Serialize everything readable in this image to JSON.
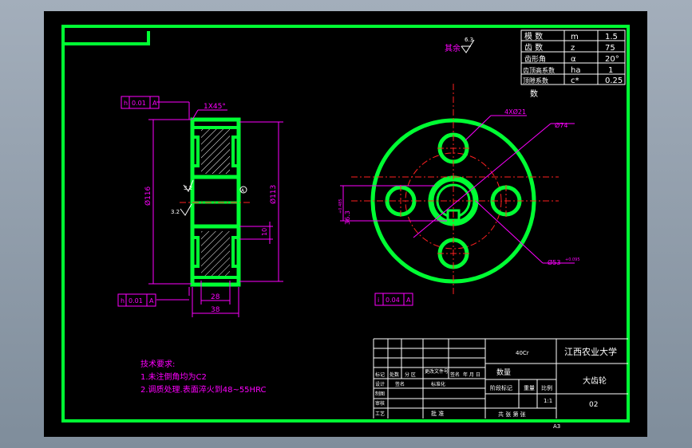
{
  "surface_note": "",
  "top_right_roughness": {
    "label": "其余",
    "value": "6.3"
  },
  "params_table": {
    "rows": [
      {
        "name": "模  数",
        "symbol": "m",
        "value": "1.5"
      },
      {
        "name": "齿  数",
        "symbol": "z",
        "value": "75"
      },
      {
        "name": "齿形角",
        "symbol": "α",
        "value": "20°"
      },
      {
        "name": "齿顶高系数",
        "symbol": "ha",
        "value": "1"
      },
      {
        "name": "顶隙系数",
        "symbol": "c*",
        "value": "0.25"
      }
    ],
    "extra": "数"
  },
  "section_view": {
    "chamfer": "1X45°",
    "tol_top": {
      "sym": "h",
      "val": "0.01",
      "datum": "A"
    },
    "tol_bottom": {
      "sym": "h",
      "val": "0.01",
      "datum": "A"
    },
    "dim_left": "Ø116",
    "dim_right": "Ø113",
    "dim_inner_w": "28",
    "dim_total_w": "38",
    "dim_10": "10",
    "rough_left": "3.2",
    "rough_left2": "3.2",
    "datum_label": "A"
  },
  "front_view": {
    "holes": "4XØ21",
    "dia_74": "Ø74",
    "dim_bore": "Ø53",
    "dim_bore_tol": "+0.095",
    "key_dim": "36.3",
    "key_tol": "+0.485",
    "tol_frame": {
      "sym": "i",
      "val": "0.04",
      "datum": "A"
    }
  },
  "tech_req": {
    "title": "技术要求:",
    "lines": [
      "1.未注倒角均为C2",
      "2.调质处理.表面淬火到48~55HRC"
    ]
  },
  "title_block": {
    "material": "40Cr",
    "school": "江西农业大学",
    "part_name": "大齿轮",
    "part_code": "02",
    "scale": "1:1",
    "quantity_label": "数量",
    "stage_label": "阶段标记",
    "weight_label": "重量",
    "scale_label": "比例",
    "sheet_label": "共   张   第   张",
    "row_labels": [
      "标记",
      "处数",
      "分 区",
      "更改文件号",
      "签名",
      "年 月 日"
    ],
    "left_labels": [
      "设计",
      "制图",
      "审核",
      "工艺"
    ],
    "std_label": "标准化",
    "sign_label": "签名",
    "approve_label": "批 准"
  },
  "sheet_size": "A3"
}
